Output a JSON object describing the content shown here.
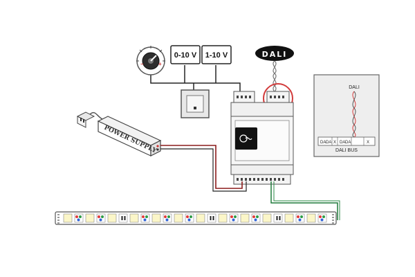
{
  "labels": {
    "voltage_a": "0-10 V",
    "voltage_b": "1-10 V",
    "dali_badge": "DALI",
    "power_supply": "POWER SUPPLY",
    "inset_dali": "DALI",
    "dali_bus": "DALI BUS",
    "bus_term_a": "DA",
    "bus_term_b": "DA",
    "bus_term_x": "X"
  },
  "colors": {
    "power_wire": "#8b1a1a",
    "data_wire": "#1e7a3a",
    "ctrl_wire": "#222222",
    "highlight_circle": "#d23c3c",
    "dali_badge": "#111111"
  },
  "icons": {
    "potentiometer": "dial-knob-icon",
    "wall_switch": "push-button-switch-icon",
    "plug": "power-plug-icon",
    "controller_logo": "sine-wave-logo-icon"
  },
  "strip": {
    "led_pattern": [
      "white",
      "rgb",
      "white",
      "rgb",
      "white",
      "pair",
      "white",
      "rgb",
      "white",
      "rgb",
      "white",
      "rgb",
      "white",
      "pair",
      "white",
      "rgb",
      "white",
      "rgb",
      "white",
      "pair",
      "white",
      "rgb",
      "white",
      "rgb"
    ]
  }
}
